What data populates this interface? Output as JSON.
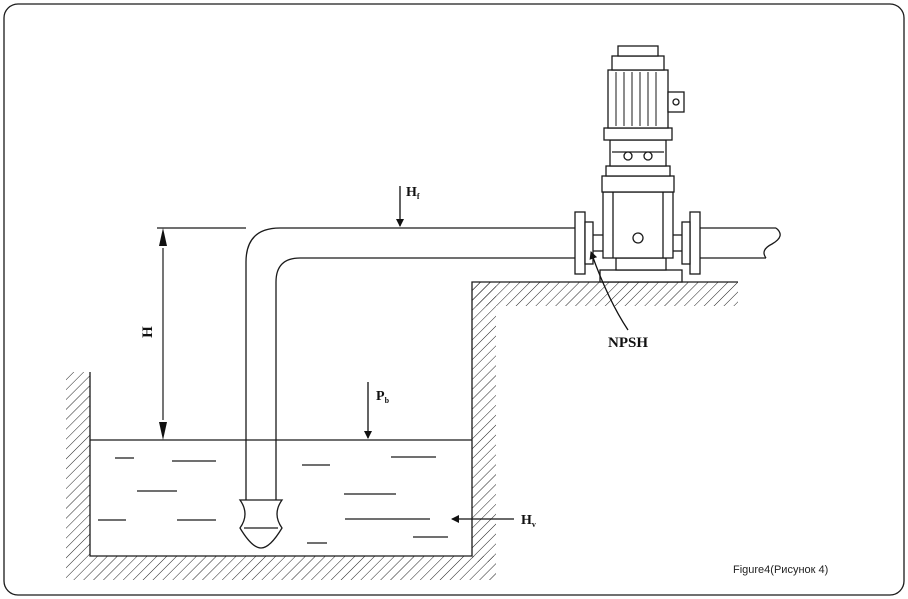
{
  "labels": {
    "hf_main": "H",
    "hf_sub": "f",
    "h": "H",
    "pb_main": "P",
    "pb_sub": "b",
    "hv_main": "H",
    "hv_sub": "v",
    "npsh": "NPSH"
  },
  "caption": "Figure4(Рисунок 4)",
  "colors": {
    "stroke": "#1a1a1a",
    "background": "#ffffff"
  }
}
